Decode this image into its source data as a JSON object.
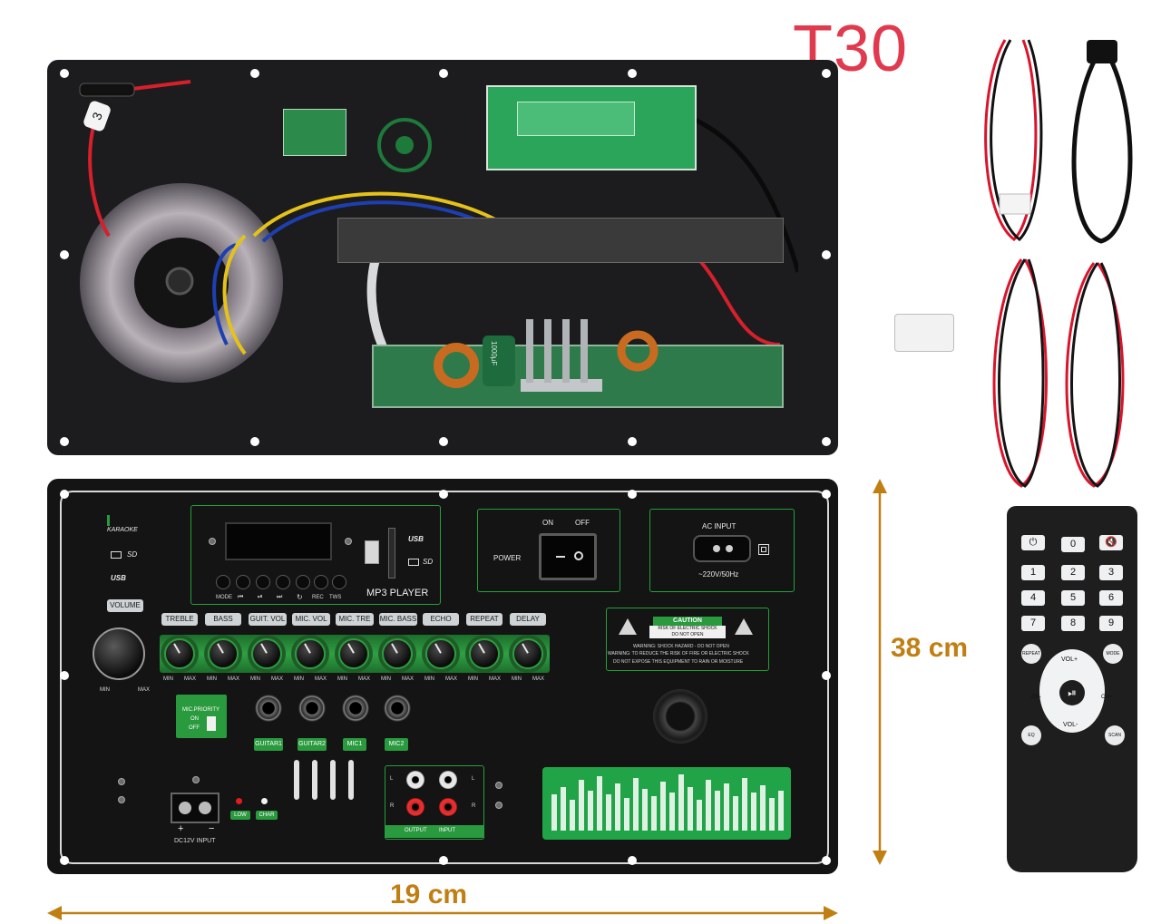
{
  "title": "T30",
  "back": {
    "label_three": "3",
    "label_cap": "1000µF"
  },
  "front": {
    "karaoke": "KARAOKE",
    "sd": "SD",
    "usb": "USB",
    "volume_pill": "VOLUME",
    "mp3": {
      "title": "MP3 PLAYER",
      "buttons": [
        "MODE",
        "⏮",
        "⏯",
        "⏭",
        "↻",
        "REC",
        "TWS"
      ]
    },
    "power": {
      "label": "POWER",
      "on": "ON",
      "off": "OFF"
    },
    "ac": {
      "title": "AC INPUT",
      "voltage": "~220V/50Hz"
    },
    "eq_pills": [
      "TREBLE",
      "BASS",
      "GUIT. VOL",
      "MIC. VOL",
      "MIC. TRE",
      "MIC. BASS",
      "ECHO",
      "REPEAT",
      "DELAY"
    ],
    "min": "MIN",
    "max": "MAX",
    "caution": {
      "title": "CAUTION",
      "line1": "RISK OF ELECTRIC SHOCK",
      "line2": "DO NOT OPEN",
      "line3": "WARNING: SHOCK HAZARD - DO NOT OPEN",
      "line4": "WARNING: TO REDUCE THE RISK OF FIRE OR ELECTRIC SHOCK",
      "line5": "DO NOT EXPOSE THIS EQUIPMENT TO RAIN OR MOISTURE"
    },
    "mic_priority": {
      "title": "MIC.PRIORITY",
      "on": "ON",
      "off": "OFF"
    },
    "jack_tabs": [
      "GUITAR1",
      "GUITAR2",
      "MIC1",
      "MIC2"
    ],
    "dc": {
      "plus": "+",
      "minus": "−",
      "label": "DC12V INPUT"
    },
    "led_low": "LOW",
    "led_char": "CHAR",
    "rca": {
      "output": "OUTPUT",
      "input": "INPUT",
      "l": "L",
      "r": "R"
    }
  },
  "dimensions": {
    "height": "38 cm",
    "width": "19 cm"
  },
  "remote": {
    "keys": [
      "1",
      "2",
      "3",
      "4",
      "5",
      "6",
      "7",
      "8",
      "9"
    ],
    "zero": "0",
    "repeat": "REPEAT",
    "mode": "MODE",
    "vol_up": "VOL+",
    "vol_down": "VOL-",
    "ch_down": "CH-",
    "ch_up": "CH+",
    "eq": "EQ",
    "scan": "SCAN"
  },
  "colors": {
    "accent_green": "#23a03a",
    "title_red": "#e03a4e",
    "dimension_orange": "#c07f12",
    "panel_black": "#141414"
  }
}
